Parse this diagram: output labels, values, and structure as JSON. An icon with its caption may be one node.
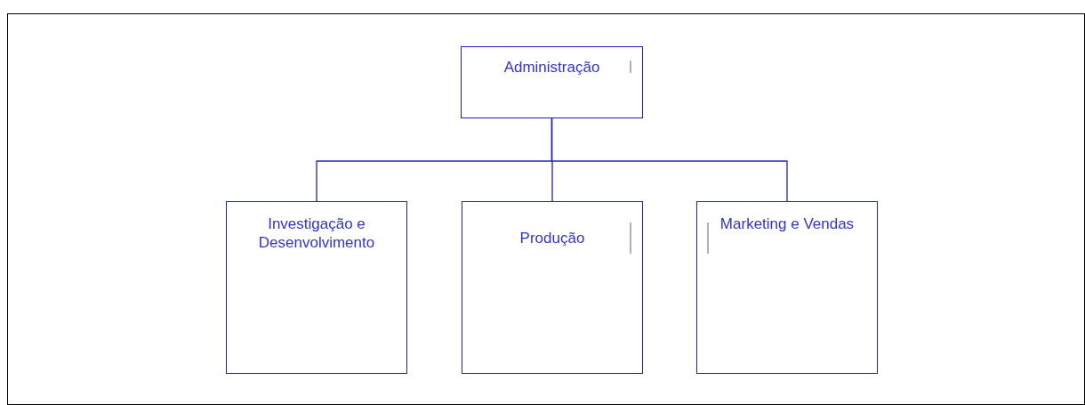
{
  "diagram": {
    "nodes": [
      {
        "text": [
          "Administração"
        ]
      },
      {
        "text": [
          "Investigação e Desenvolvimento"
        ]
      },
      {
        "text": [
          "Produção"
        ]
      },
      {
        "text": [
          "Marketing e Vendas"
        ]
      }
    ],
    "edges": [
      {
        "from": 0,
        "to": 1,
        "arrow": "none"
      },
      {
        "from": 0,
        "to": 2,
        "arrow": "none"
      },
      {
        "from": 0,
        "to": 3,
        "arrow": "none"
      }
    ]
  }
}
